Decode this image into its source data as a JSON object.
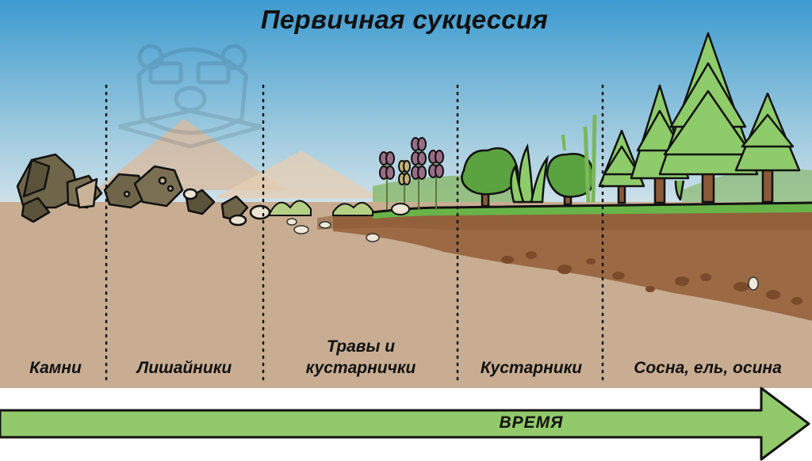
{
  "title": "Первичная сукцессия",
  "stages": [
    {
      "label": "Камни"
    },
    {
      "label": "Лишайники"
    },
    {
      "label": "Травы и\nкустарнички"
    },
    {
      "label": "Кустарники"
    },
    {
      "label": "Сосна, ель, осина"
    }
  ],
  "arrow": {
    "label": "ВРЕМЯ"
  },
  "colors": {
    "sky_top": "#3d9bd0",
    "sky_bottom": "#e8eef0",
    "soil": "#c8ad92",
    "dark_soil": "#9b6a44",
    "grass": "#69b449",
    "tree": "#8ecb6a",
    "arrow": "#92c96a"
  },
  "icons": [
    "rock-icon",
    "lichen-icon",
    "grass-icon",
    "shrub-icon",
    "tree-icon",
    "bear-watermark-icon"
  ]
}
